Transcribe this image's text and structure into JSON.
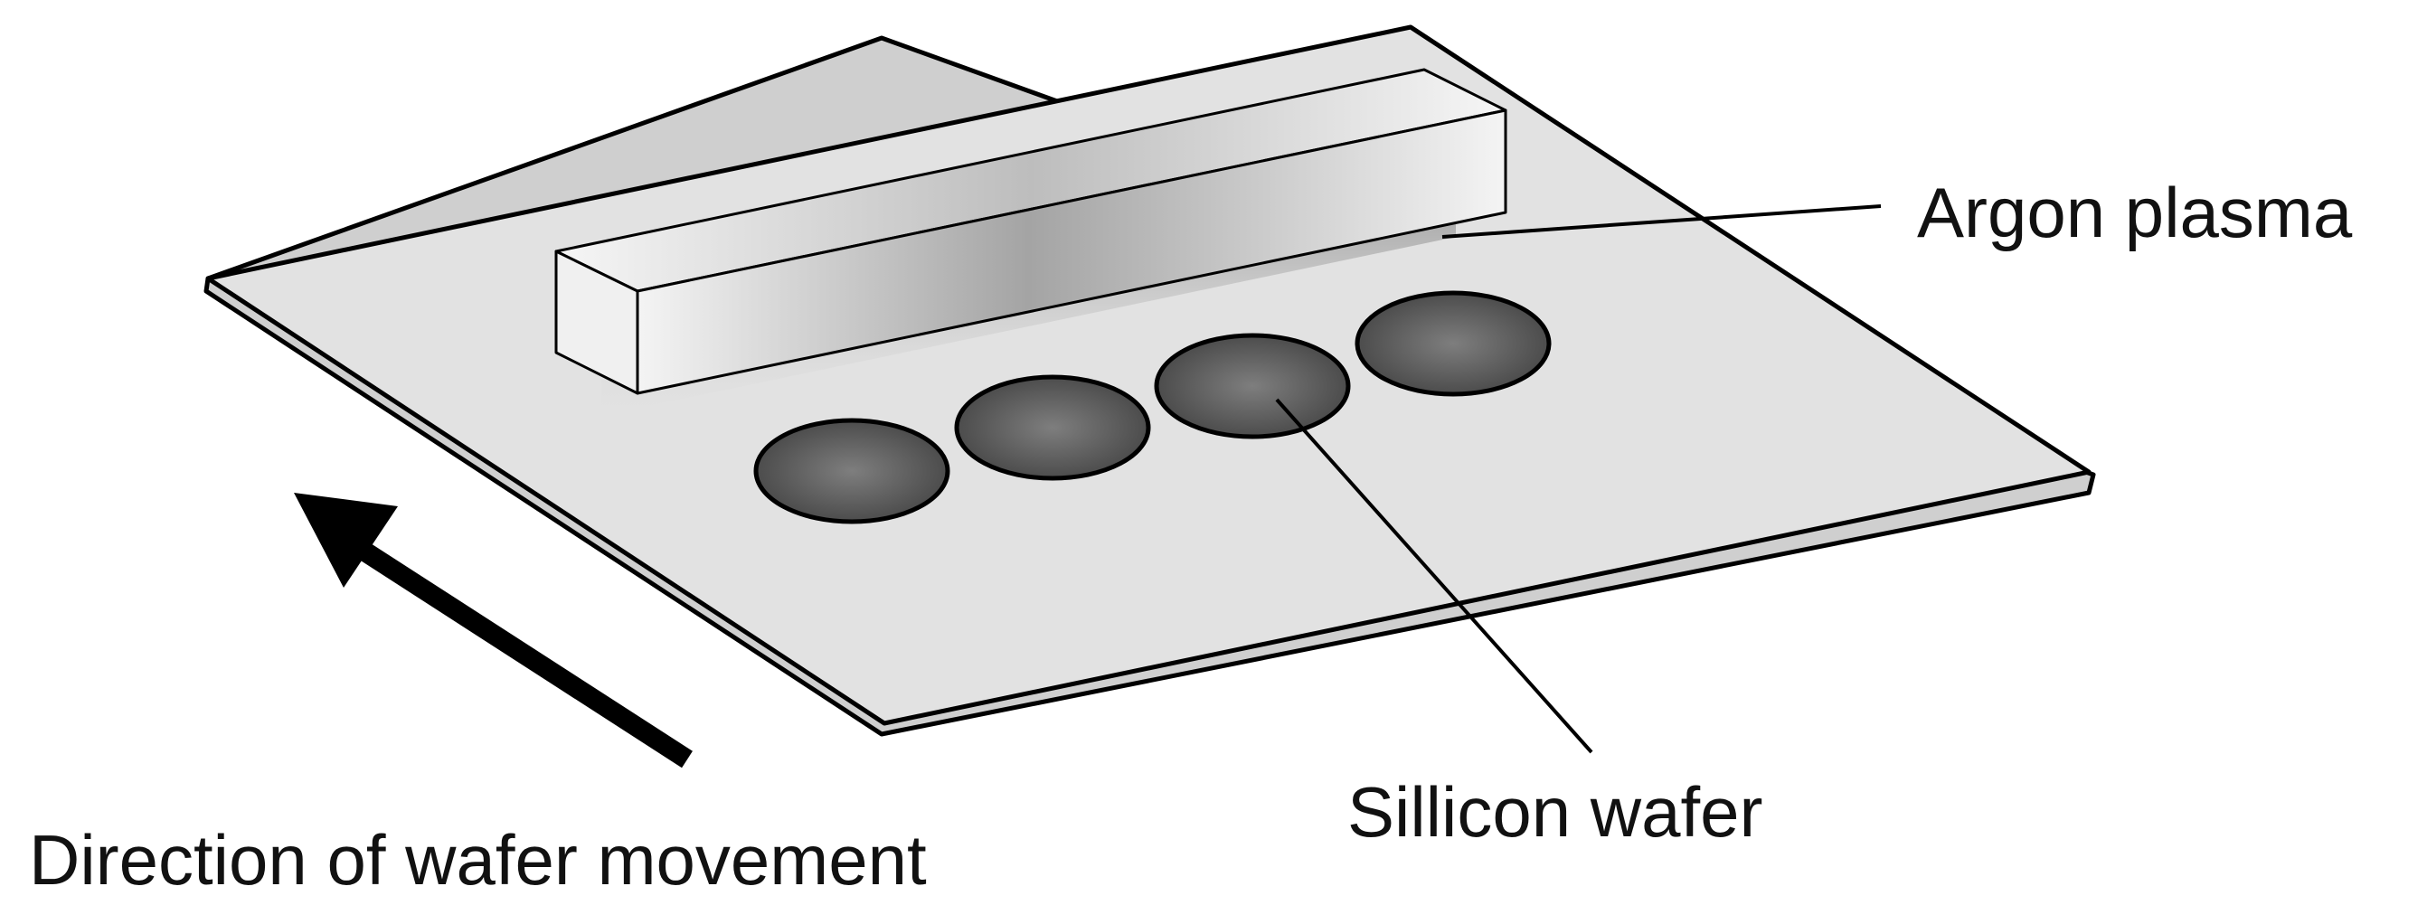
{
  "labels": {
    "argon_plasma": "Argon plasma",
    "silicon_wafer": "Sillicon wafer",
    "direction": "Direction of wafer movement"
  },
  "colors": {
    "stage_top": "#e2e2e2",
    "stage_edge": "#cfcfcf",
    "outline": "#000000",
    "wafer_center": "#7a7a7a",
    "wafer_edge": "#4a4a4a",
    "plasma_light": "#f2f2f2",
    "plasma_dark": "#9a9a9a"
  },
  "wafer_count": 4
}
